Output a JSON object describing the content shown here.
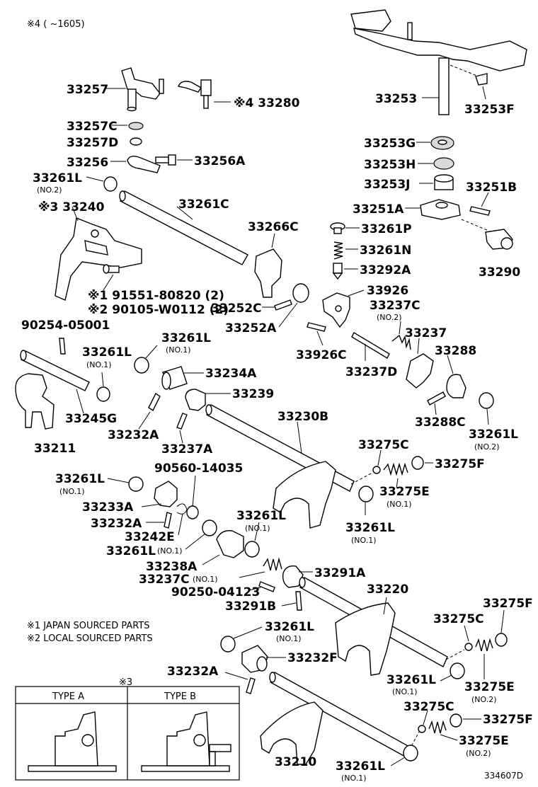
{
  "header_note": "※4 (     ~1605)",
  "labels": {
    "p33257": "33257",
    "p33280": "※4 33280",
    "p33257C": "33257C",
    "p33257D": "33257D",
    "p33256": "33256",
    "p33256A": "33256A",
    "p33261L_a": "33261L",
    "p33261L_a_sub": "(NO.2)",
    "p33240": "※3 33240",
    "p33261C": "33261C",
    "p91551": "※1 91551-80820 (2)",
    "p90105": "※2 90105-W0112 (2)",
    "p33266C": "33266C",
    "p33252C": "33252C",
    "p33252A": "33252A",
    "p33253": "33253",
    "p33253F": "33253F",
    "p33253G": "33253G",
    "p33253H": "33253H",
    "p33253J": "33253J",
    "p33251B": "33251B",
    "p33251A": "33251A",
    "p33261P": "33261P",
    "p33261N": "33261N",
    "p33292A": "33292A",
    "p33290": "33290",
    "p33926": "33926",
    "p33237C_a": "33237C",
    "p33237C_a_sub": "(NO.2)",
    "p33926C": "33926C",
    "p33237": "33237",
    "p33288": "33288",
    "p33237D": "33237D",
    "p90254": "90254-05001",
    "p33261L_b": "33261L",
    "p33261L_b_sub": "(NO.1)",
    "p33261L_c": "33261L",
    "p33261L_c_sub": "(NO.1)",
    "p33234A": "33234A",
    "p33239": "33239",
    "p33245G": "33245G",
    "p33211": "33211",
    "p33232A_a": "33232A",
    "p33237A": "33237A",
    "p33230B": "33230B",
    "p33288C": "33288C",
    "p33261L_d": "33261L",
    "p33261L_d_sub": "(NO.2)",
    "p33275C_a": "33275C",
    "p33275F_a": "33275F",
    "p33275E_a": "33275E",
    "p33275E_a_sub": "(NO.1)",
    "p33261L_e": "33261L",
    "p33261L_e_sub": "(NO.1)",
    "p33261L_f": "33261L",
    "p33261L_f_sub": "(NO.1)",
    "p90560": "90560-14035",
    "p33233A": "33233A",
    "p33232A_b": "33232A",
    "p33242E": "33242E",
    "p33261L_g": "33261L",
    "p33261L_g_sub": "(NO.1)",
    "p33261L_h": "33261L",
    "p33261L_h_sub": "(NO.1)",
    "p33238A": "33238A",
    "p33237C_b": "33237C",
    "p33237C_b_sub": "(NO.1)",
    "p33291A": "33291A",
    "p90250": "90250-04123",
    "p33291B": "33291B",
    "p33220": "33220",
    "p33275F_b": "33275F",
    "p33275C_b": "33275C",
    "p33261L_i": "33261L",
    "p33261L_i_sub": "(NO.1)",
    "p33232F": "33232F",
    "p33232A_c": "33232A",
    "p33261L_j": "33261L",
    "p33261L_j_sub": "(NO.1)",
    "p33275E_b": "33275E",
    "p33275E_b_sub": "(NO.2)",
    "p33275C_c": "33275C",
    "p33275F_c": "33275F",
    "p33275E_c": "33275E",
    "p33275E_c_sub": "(NO.2)",
    "p33210": "33210",
    "p33261L_k": "33261L",
    "p33261L_k_sub": "(NO.1)"
  },
  "notes": {
    "japan": "※1 JAPAN SOURCED PARTS",
    "local": "※2 LOCAL SOURCED PARTS"
  },
  "type_box": {
    "marker": "※3",
    "type_a": "TYPE A",
    "type_b": "TYPE B"
  },
  "footer_code": "334607D"
}
